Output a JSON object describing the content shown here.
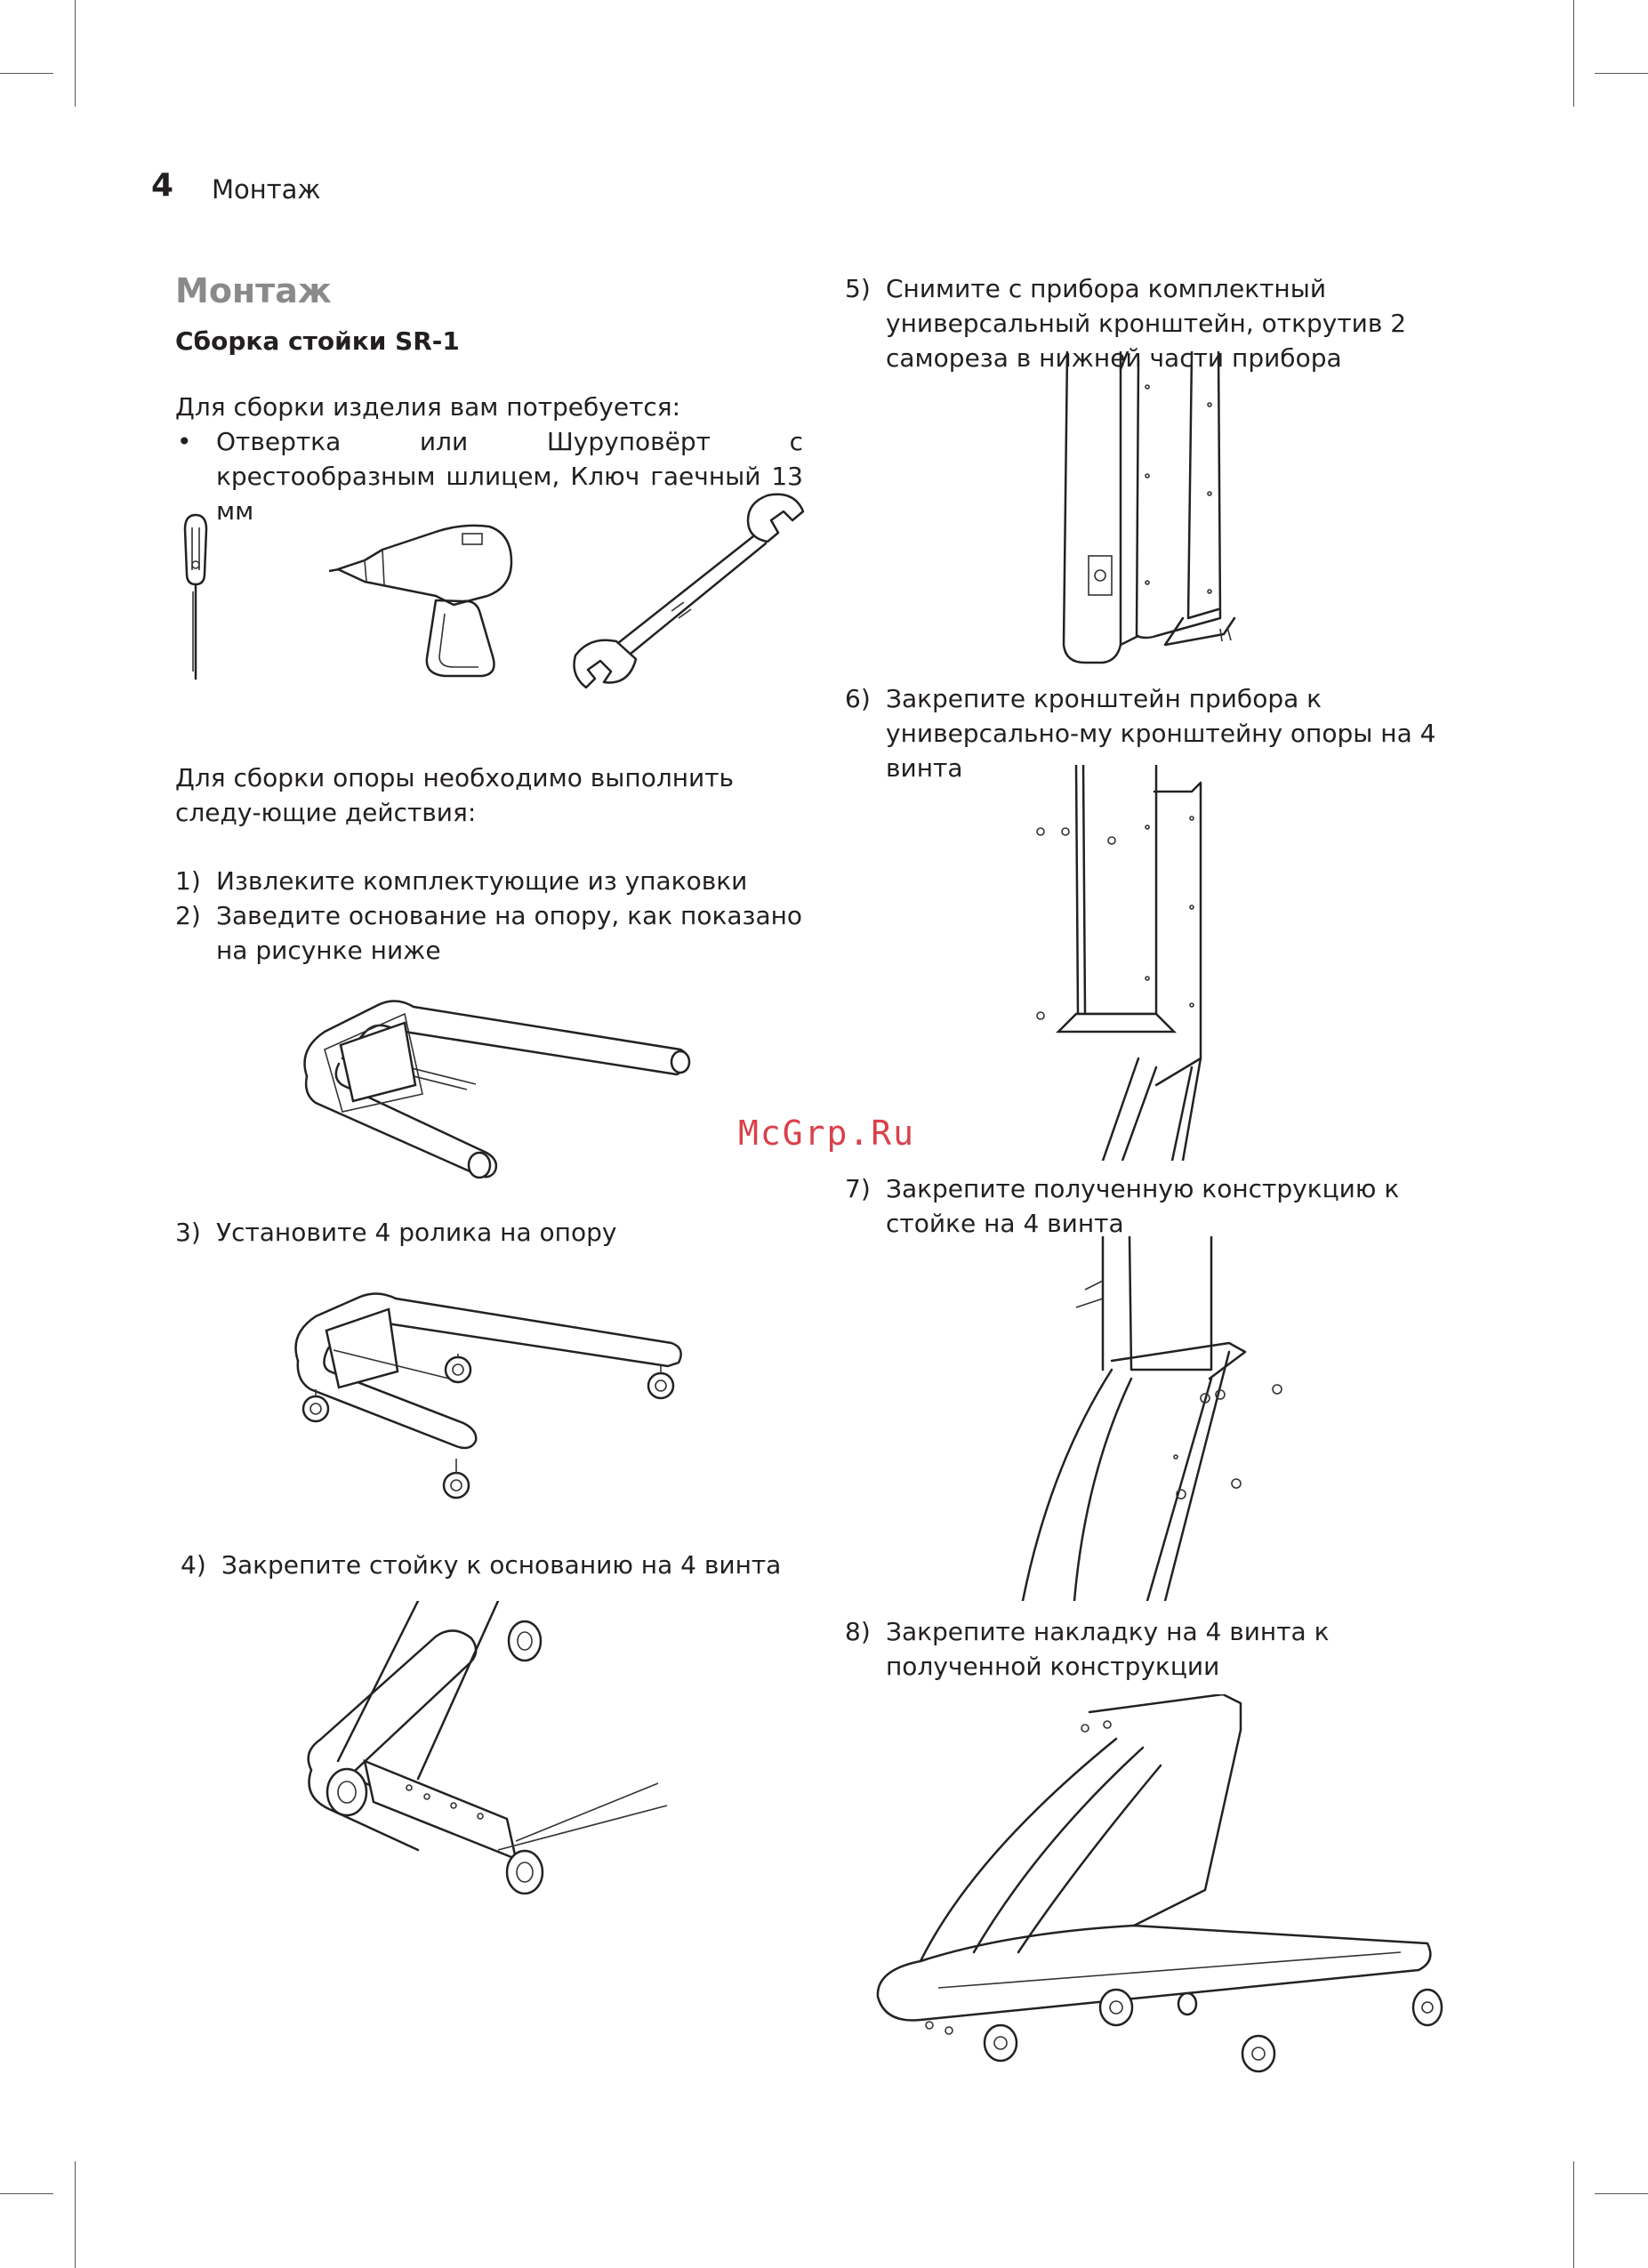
{
  "header": {
    "page_number": "4",
    "section": "Монтаж"
  },
  "watermark": "McGrp.Ru",
  "left": {
    "title": "Монтаж",
    "subtitle": "Сборка стойки SR-1",
    "tools_intro": "Для сборки изделия вам потребуется:",
    "tools_bullet": "•",
    "tools_text": "Отвертка или Шуруповёрт с крестообразным шлицем, Ключ гаечный 13 мм",
    "steps_intro": "Для сборки опоры необходимо выполнить следу-ющие действия:",
    "steps": [
      {
        "num": "1)",
        "text": "Извлеките комплектующие из упаковки"
      },
      {
        "num": "2)",
        "text": "Заведите основание на опору, как показано на рисунке ниже"
      },
      {
        "num": "3)",
        "text": "Установите 4 ролика на опору"
      },
      {
        "num": "4)",
        "text": "Закрепите стойку к основанию на 4 винта"
      }
    ]
  },
  "right": {
    "steps": [
      {
        "num": "5)",
        "text": "Снимите с прибора комплектный универсальный кронштейн, открутив 2 самореза в нижней части прибора"
      },
      {
        "num": "6)",
        "text": "Закрепите кронштейн прибора к универсально-му кронштейну опоры на 4 винта"
      },
      {
        "num": "7)",
        "text": "Закрепите полученную конструкцию к стойке на 4 винта"
      },
      {
        "num": "8)",
        "text": "Закрепите накладку на 4 винта к полученной конструкции"
      }
    ]
  }
}
